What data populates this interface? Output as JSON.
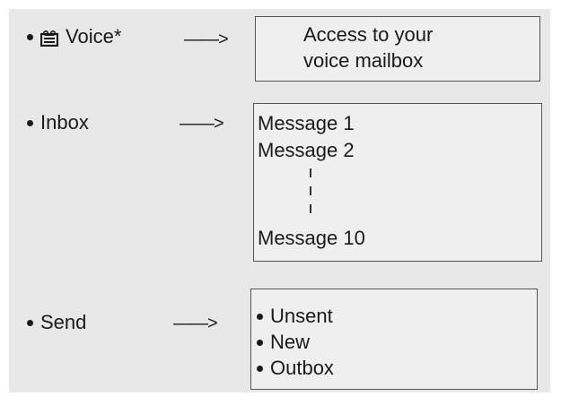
{
  "items": {
    "voice": {
      "label": "Voice*",
      "icon": "voicemail-icon",
      "arrow": "——>",
      "box_lines": [
        "Access to your",
        "voice mailbox"
      ]
    },
    "inbox": {
      "label": "Inbox",
      "arrow": "——>",
      "box_lines": [
        "Message 1",
        "Message 2",
        "Message 10"
      ]
    },
    "send": {
      "label": "Send",
      "arrow": "——>",
      "box_lines": [
        "Unsent",
        "New",
        "Outbox"
      ]
    }
  }
}
